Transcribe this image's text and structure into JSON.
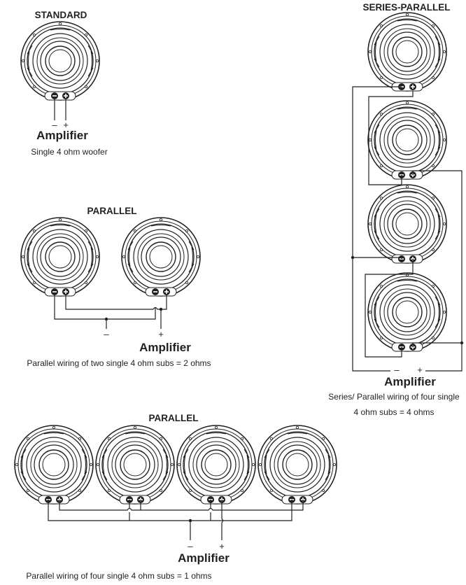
{
  "diagrams": {
    "standard": {
      "title": "STANDARD",
      "minus": "–",
      "plus": "+",
      "amplifier": "Amplifier",
      "caption": "Single 4 ohm woofer"
    },
    "parallel_two": {
      "title": "PARALLEL",
      "minus": "–",
      "plus": "+",
      "amplifier": "Amplifier",
      "caption": "Parallel wiring of two single 4 ohm subs = 2 ohms"
    },
    "series_parallel": {
      "title": "SERIES-PARALLEL",
      "minus": "–",
      "plus": "+",
      "amplifier": "Amplifier",
      "caption_line1": "Series/ Parallel wiring of four single",
      "caption_line2": "4 ohm subs = 4 ohms"
    },
    "parallel_four": {
      "title": "PARALLEL",
      "minus": "–",
      "plus": "+",
      "amplifier": "Amplifier",
      "caption": "Parallel wiring of four single 4 ohm subs = 1 ohms"
    }
  },
  "icons": {
    "speaker": "subwoofer-icon",
    "terminal_negative": "minus-terminal-icon",
    "terminal_positive": "plus-terminal-icon"
  },
  "colors": {
    "line": "#231f20",
    "background": "#ffffff"
  }
}
